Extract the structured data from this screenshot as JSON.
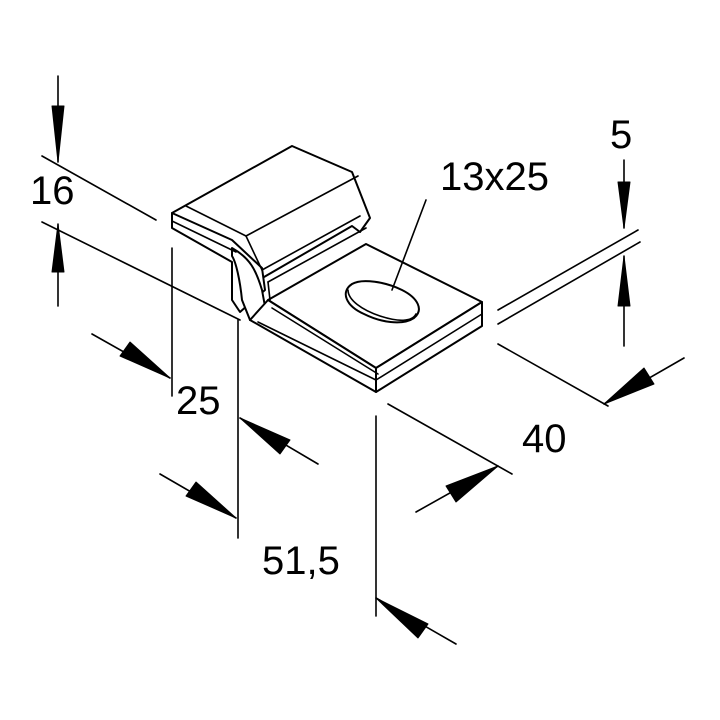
{
  "dimensions": {
    "height": "16",
    "width_inner": "25",
    "length_total": "51,5",
    "depth": "40",
    "slot": "13x25",
    "thickness": "5"
  }
}
